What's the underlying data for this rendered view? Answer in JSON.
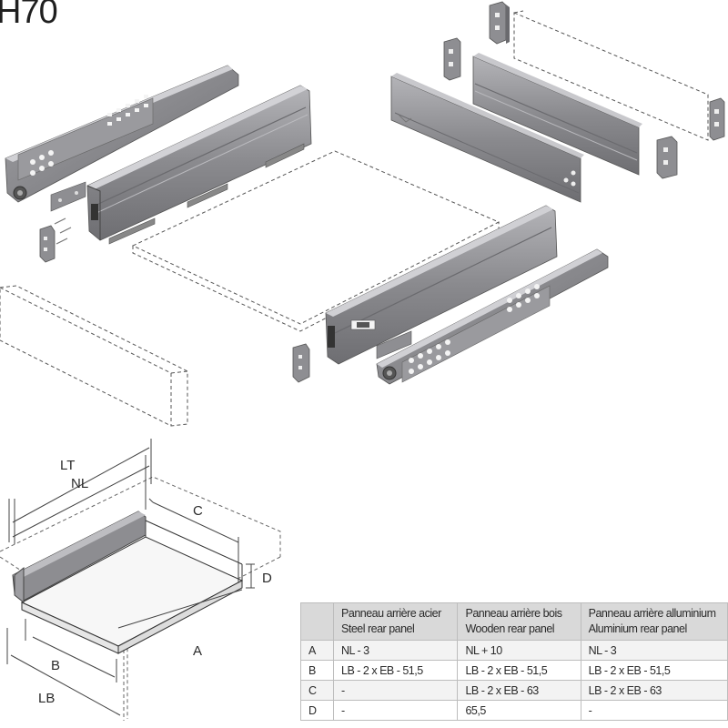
{
  "title": "H70",
  "colors": {
    "metal": "#8f8f93",
    "metal_dark": "#5e5e62",
    "metal_light": "#c4c4c8",
    "dashed": "#555555",
    "table_header": "#d9d9d9"
  },
  "dimensions": {
    "lt": "LT",
    "nl": "NL",
    "c": "C",
    "d": "D",
    "a": "A",
    "b": "B",
    "lb": "LB"
  },
  "table": {
    "header": [
      "",
      "Panneau arrière acier\nSteel rear panel",
      "Panneau arrière bois\nWooden rear panel",
      "Panneau arrière alluminium\nAluminium rear panel"
    ],
    "rows": [
      [
        "A",
        "NL - 3",
        "NL + 10",
        "NL - 3"
      ],
      [
        "B",
        "LB - 2 x EB - 51,5",
        "LB - 2 x EB - 51,5",
        "LB - 2 x EB - 51,5"
      ],
      [
        "C",
        "-",
        "LB - 2 x EB - 63",
        "LB - 2 x EB - 63"
      ],
      [
        "D",
        "-",
        "65,5",
        "-"
      ]
    ]
  }
}
